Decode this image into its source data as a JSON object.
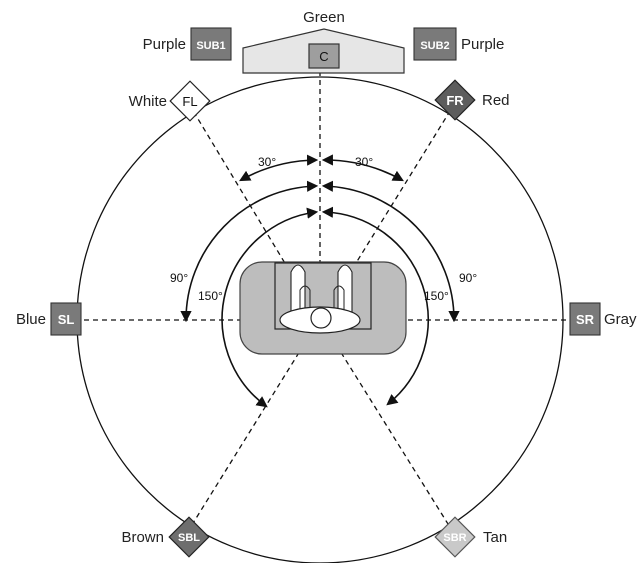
{
  "speakers": {
    "center": {
      "code": "C",
      "color_label": "Green"
    },
    "sub1": {
      "code": "SUB1",
      "color_label": "Purple"
    },
    "sub2": {
      "code": "SUB2",
      "color_label": "Purple"
    },
    "front_left": {
      "code": "FL",
      "color_label": "White"
    },
    "front_right": {
      "code": "FR",
      "color_label": "Red"
    },
    "surround_left": {
      "code": "SL",
      "color_label": "Blue"
    },
    "surround_right": {
      "code": "SR",
      "color_label": "Gray"
    },
    "surround_back_left": {
      "code": "SBL",
      "color_label": "Brown"
    },
    "surround_back_right": {
      "code": "SBR",
      "color_label": "Tan"
    }
  },
  "angles": {
    "front_left": "30°",
    "front_right": "30°",
    "side_left": "90°",
    "side_right": "90°",
    "back_left": "150°",
    "back_right": "150°"
  },
  "colors": {
    "speaker_dark": "#7a7a7a",
    "speaker_fr": "#5d5d5d",
    "speaker_sbl": "#6e6e6e",
    "speaker_sbr": "#c9c9c9",
    "speaker_white": "#ffffff",
    "sofa": "#bdbdbd",
    "console": "#e6e6e6"
  }
}
